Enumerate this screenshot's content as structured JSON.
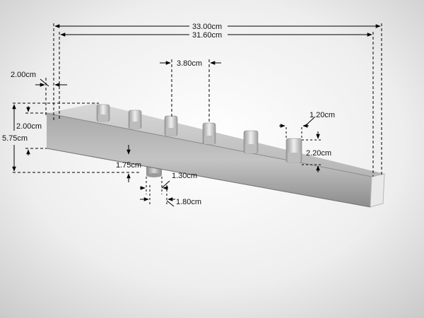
{
  "dimensions": {
    "overall_length": "33.00cm",
    "inner_length": "31.60cm",
    "outlet_spacing": "3.80cm",
    "end_offset": "2.00cm",
    "bar_height": "2.00cm",
    "total_height": "5.75cm",
    "outlet_width": "1.20cm",
    "outlet_height": "2.20cm",
    "inlet_height": "1.75cm",
    "inlet_width": "1.30cm",
    "inlet_offset": "1.80cm"
  },
  "colors": {
    "background_light": "#ffffff",
    "background_dark": "#c9c9c9",
    "metal_light": "#cfcfcf",
    "metal_dark": "#8a8a8a",
    "dimension_line": "#000000"
  }
}
